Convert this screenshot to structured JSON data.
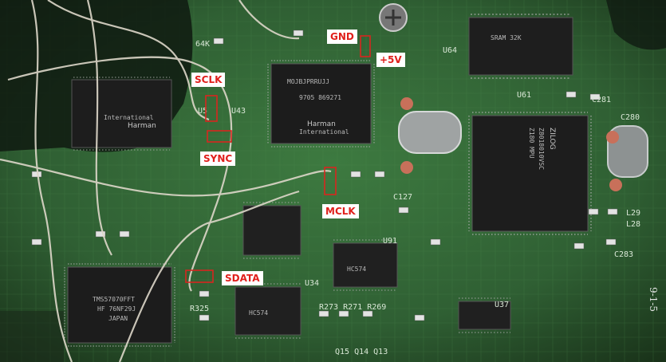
{
  "labels": {
    "gnd": "GND",
    "plus5v": "+5V",
    "sclk": "SCLK",
    "sync": "SYNC",
    "mclk": "MCLK",
    "sdata": "SDATA"
  },
  "chips": {
    "main_dsp": {
      "line1": "Harman",
      "line2": "International"
    },
    "left_chip": {
      "line1": "Harman",
      "line2": "International"
    },
    "cpu": {
      "line1": "ZILOG",
      "line2": "Z8018010VSC",
      "line3": "Z180 MPU"
    },
    "dac": {
      "line1": "TMS57070FFT",
      "line2": "HF 76NF29J",
      "line3": "JAPAN"
    },
    "logic1": {
      "line1": "HC574"
    },
    "logic2": {
      "line1": "HC574"
    }
  },
  "colors": {
    "pcb": "#2f5a32",
    "label_text": "#e0201c",
    "label_bg": "#ffffff",
    "chip": "#202020",
    "marker": "#d8261f"
  }
}
